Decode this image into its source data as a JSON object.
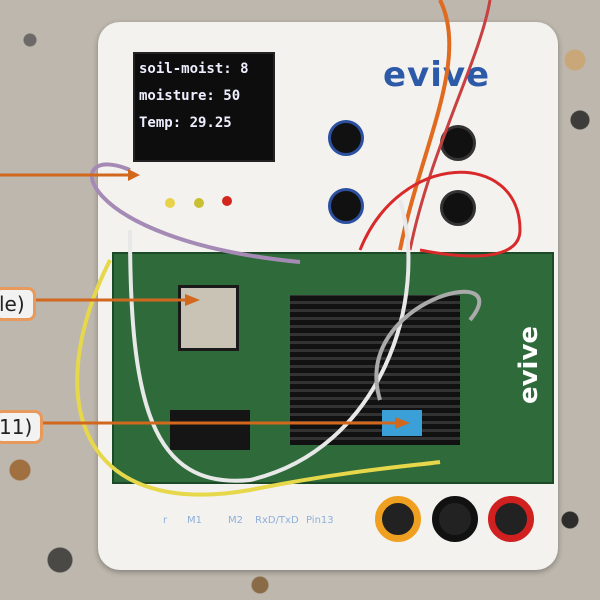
{
  "oled": {
    "line1": "soil-moist: 8",
    "line2": "moisture: 50",
    "line3": "Temp: 29.25"
  },
  "logo": "evive",
  "shield_logo": "evive",
  "labels": {
    "wifi_module": "le)",
    "sensor": "11)"
  },
  "bottom_labels": [
    "r",
    "M1",
    "M2",
    "RxD/TxD",
    "Pin13"
  ],
  "colors": {
    "arrow": "#d2671e",
    "board": "#f3f2ef",
    "pcb": "#2f6b3a",
    "logo": "#2d5aa8"
  }
}
